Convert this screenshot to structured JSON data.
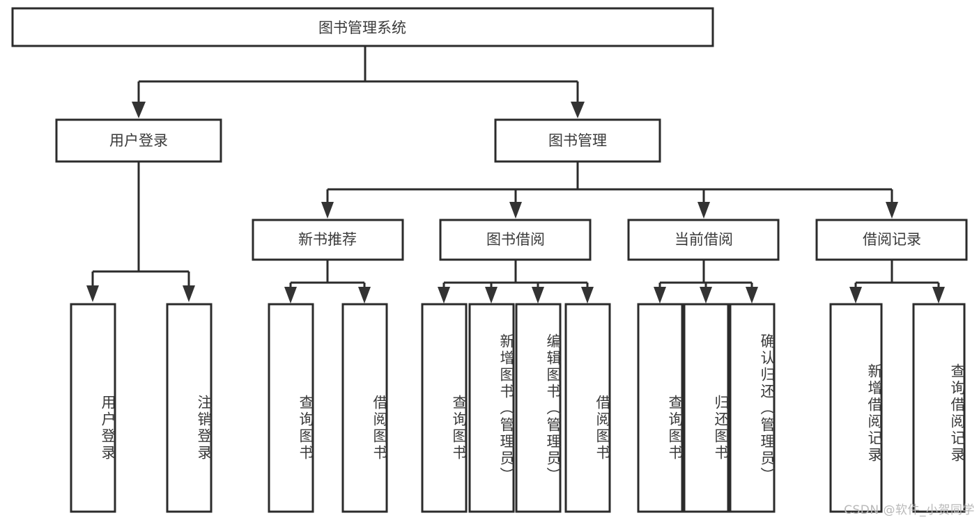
{
  "diagram": {
    "title": "图书管理系统",
    "type": "tree-hierarchy-diagram",
    "colors": {
      "box_stroke": "#2b2b2b",
      "box_fill": "#ffffff",
      "text": "#3a3a3a",
      "connector": "#2b2b2b",
      "watermark": "#b9b9b9",
      "background": "#ffffff"
    },
    "root": {
      "label": "图书管理系统"
    },
    "level2": [
      {
        "label": "用户登录"
      },
      {
        "label": "图书管理"
      }
    ],
    "level3": [
      {
        "label": "新书推荐"
      },
      {
        "label": "图书借阅"
      },
      {
        "label": "当前借阅"
      },
      {
        "label": "借阅记录"
      }
    ],
    "leaves": {
      "user_login": [
        {
          "label": "用户登录"
        },
        {
          "label": "注销登录"
        }
      ],
      "new_book_recommend": [
        {
          "label": "查询图书"
        },
        {
          "label": "借阅图书"
        }
      ],
      "book_borrow": [
        {
          "label": "查询图书"
        },
        {
          "label": "新增图书（管理员）"
        },
        {
          "label": "编辑图书（管理员）"
        },
        {
          "label": "借阅图书"
        }
      ],
      "current_borrow": [
        {
          "label": "查询图书"
        },
        {
          "label": "归还图书"
        },
        {
          "label": "确认归还（管理员）"
        }
      ],
      "borrow_record": [
        {
          "label": "新增借阅记录"
        },
        {
          "label": "查询借阅记录"
        }
      ]
    }
  },
  "watermark": {
    "text": "CSDN @软件_小贺同学"
  }
}
